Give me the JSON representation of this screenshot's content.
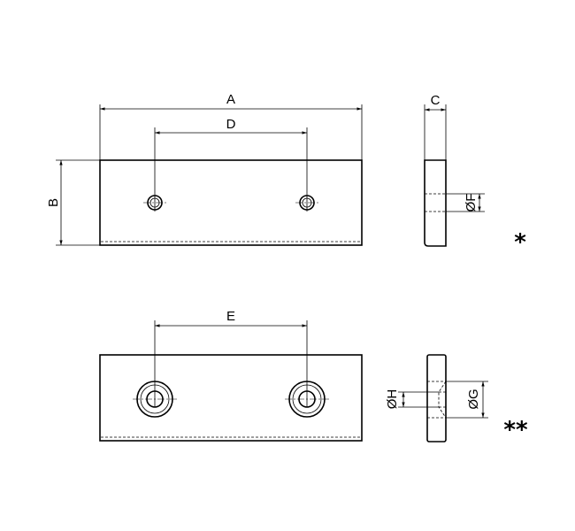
{
  "labels": {
    "dim_a": "A",
    "dim_b": "B",
    "dim_c": "C",
    "dim_d": "D",
    "dim_e": "E",
    "dim_f": "ØF",
    "dim_g": "ØG",
    "dim_h": "ØH"
  },
  "notes": {
    "single": "*",
    "double": "**"
  }
}
